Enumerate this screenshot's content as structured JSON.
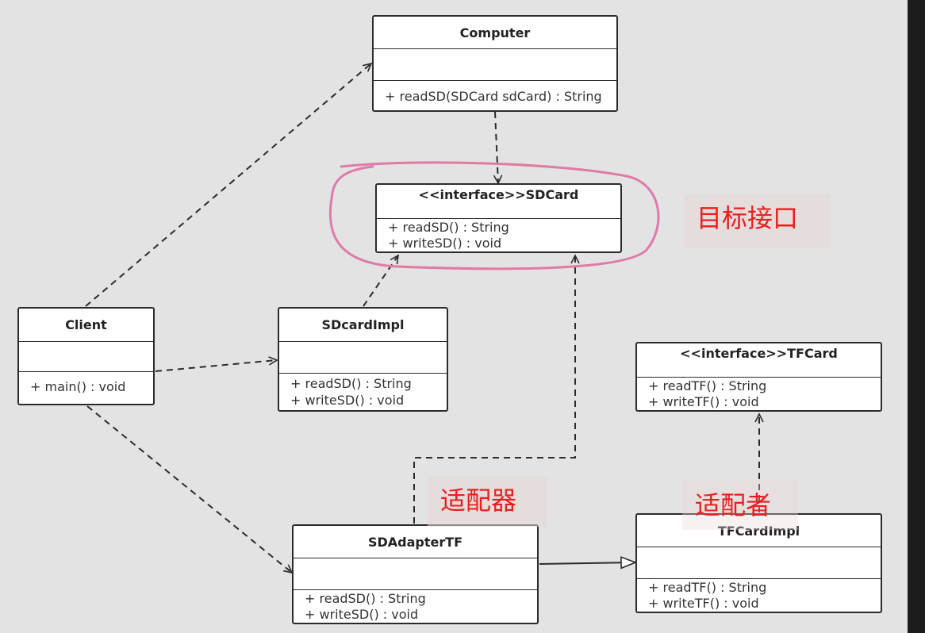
{
  "classes": {
    "computer": {
      "name": "Computer",
      "operations": [
        "+ readSD(SDCard sdCard) : String"
      ]
    },
    "sdcard": {
      "name": "<<interface>>SDCard",
      "operations": [
        "+ readSD() : String",
        "+ writeSD() : void"
      ]
    },
    "client": {
      "name": "Client",
      "operations": [
        "+ main() : void"
      ]
    },
    "sdcardimpl": {
      "name": "SDcardImpl",
      "operations": [
        "+ readSD() : String",
        "+ writeSD() : void"
      ]
    },
    "tfcard": {
      "name": "<<interface>>TFCard",
      "operations": [
        "+ readTF() : String",
        "+ writeTF() : void"
      ]
    },
    "sdadaptertf": {
      "name": "SDAdapterTF",
      "operations": [
        "+ readSD() : String",
        "+ writeSD() : void"
      ]
    },
    "tfcardimpl": {
      "name": "TFCardImpl",
      "operations": [
        "+ readTF() : String",
        "+ writeTF() : void"
      ]
    }
  },
  "annotations": {
    "target": "目标接口",
    "adapter": "适配器",
    "adaptee": "适配者"
  },
  "colors": {
    "annotation_text": "#ee1c1c",
    "highlight_circle": "#e07aa8",
    "line": "#2b2b2b",
    "background": "#e3e3e3"
  }
}
